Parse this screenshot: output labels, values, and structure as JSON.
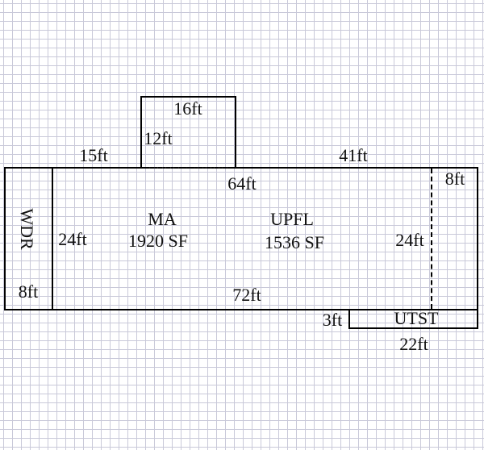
{
  "labels": {
    "top_addition_width": "16ft",
    "top_addition_depth": "12ft",
    "left_top_segment": "15ft",
    "right_top_segment": "41ft",
    "interior_width": "64ft",
    "right_section_width": "8ft",
    "wdr_name": "WDR",
    "wdr_depth": "24ft",
    "wdr_width": "8ft",
    "ma_name": "MA",
    "ma_area": "1920 SF",
    "upfl_name": "UPFL",
    "upfl_area": "1536 SF",
    "right_depth": "24ft",
    "total_width": "72ft",
    "utst_depth": "3ft",
    "utst_name": "UTST",
    "utst_width": "22ft"
  }
}
